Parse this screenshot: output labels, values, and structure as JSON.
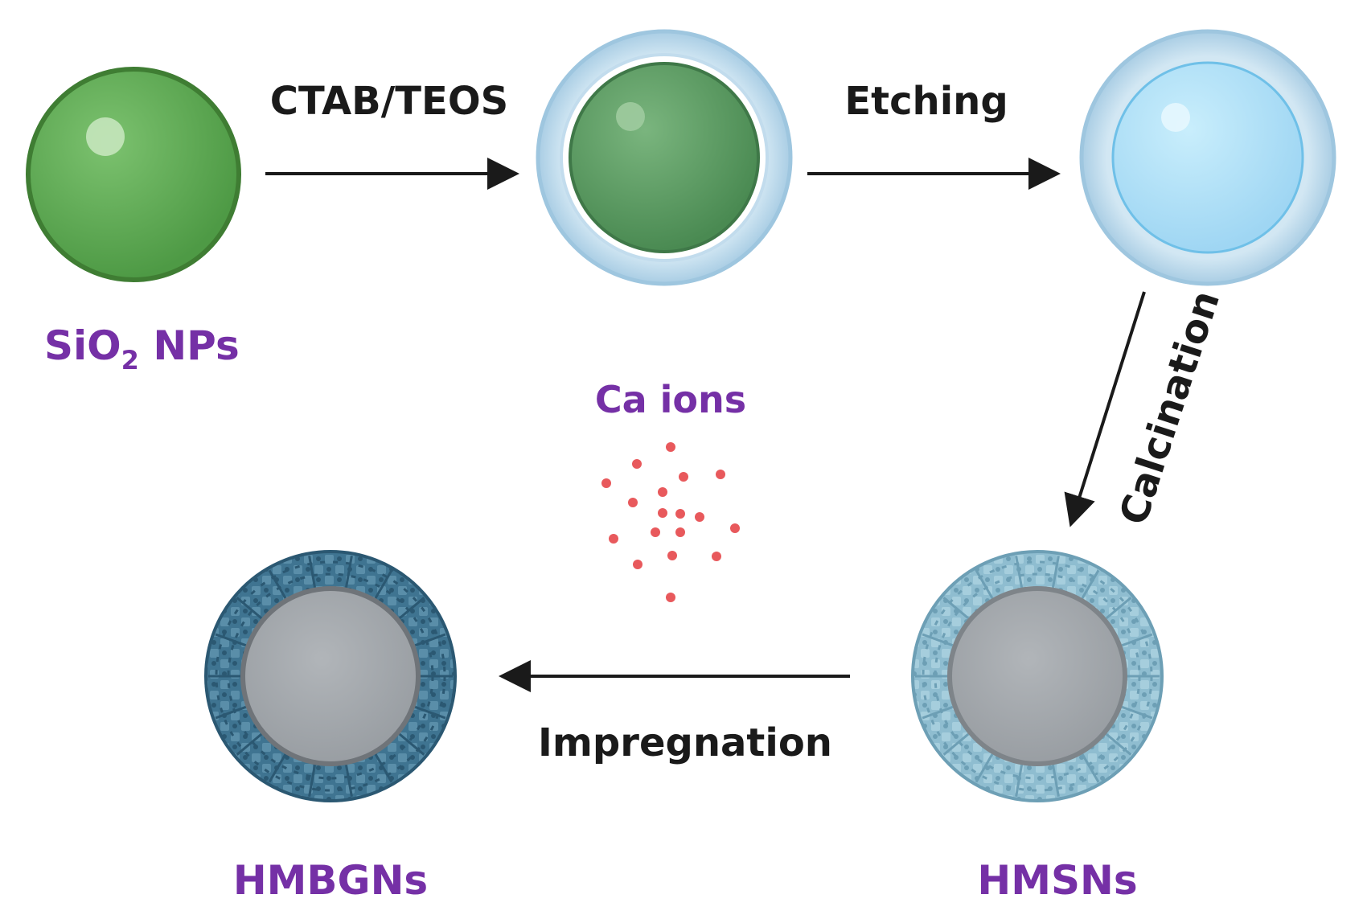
{
  "labels": {
    "sio2": "SiO",
    "sio2_sub": "2",
    "sio2_suffix": " NPs",
    "ca_ions": "Ca ions",
    "hmbgns": "HMBGNs",
    "hmsns": "HMSNs"
  },
  "steps": {
    "ctab_teos": "CTAB/TEOS",
    "etching": "Etching",
    "calcination": "Calcination",
    "impregnation": "Impregnation"
  },
  "colors": {
    "text": "#1a1a1a",
    "name_label": "#7530a6",
    "sio2_fill": "#5fac55",
    "sio2_stroke": "#3f7d33",
    "core_green": "#5b9d62",
    "shell_blue": "#b6d6ea",
    "hollow_blue": "#b3e3fa",
    "porous_light": "#8fbdd0",
    "porous_dark": "#3f7491",
    "core_gray": "#a3a7ab",
    "ion_red": "#e8595c"
  },
  "icons": {
    "arrow": "arrow-right-icon",
    "particle": "sphere-icon"
  }
}
